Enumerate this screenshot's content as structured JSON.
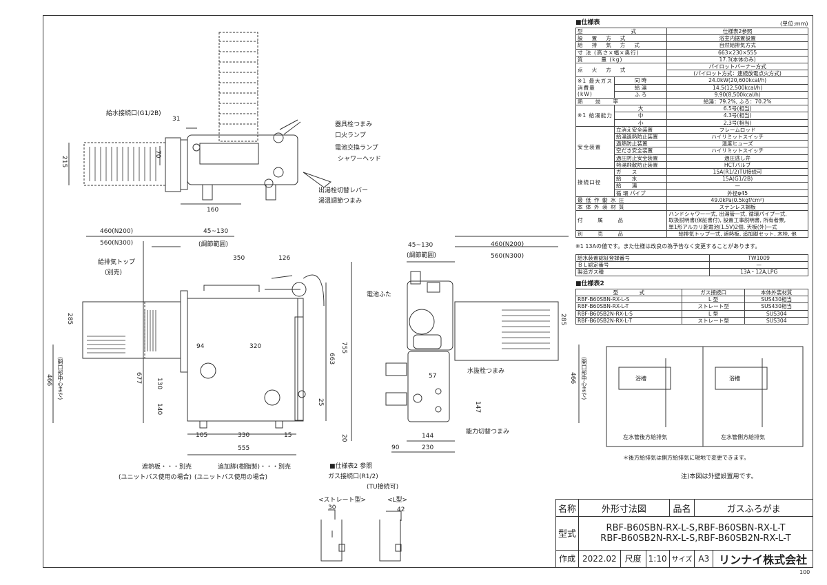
{
  "unit_note": "(単位:mm)",
  "spec_heading": "■仕様表",
  "spec_rows": [
    {
      "k": "型　　　　　　　　式",
      "v": "仕様表2参照"
    },
    {
      "k": "設　 置　 方　 式",
      "v": "浴室内据置設置"
    },
    {
      "k": "給　 排　 気　 方　 式",
      "v": "自然給排気方式"
    },
    {
      "k": "寸 法 (高さ×幅×奥行)",
      "v": "663×230×555"
    },
    {
      "k": "質　　　量 (kg)",
      "v": "17.3(本体のみ)"
    },
    {
      "k": "点　 火　 方　 式",
      "v": "パイロットバーナー方式"
    },
    {
      "k": "",
      "v": "(パイロット方式：連続放電点火方式)"
    }
  ],
  "gas_consumption": {
    "label": "※1 最大ガス消費量\n(kW)",
    "rows": [
      {
        "s": "同 時",
        "v": "24.0kW(20,600kcal/h)"
      },
      {
        "s": "給 湯",
        "v": "14.5(12,500kcal/h)"
      },
      {
        "s": "ふ ろ",
        "v": "9.90(8,500kcal/h)"
      }
    ]
  },
  "efficiency": {
    "k": "熱　　効　　率",
    "v": "給湯：79.2%, ふろ：70.2%"
  },
  "supply_capacity": {
    "label": "※1 給湯能力",
    "rows": [
      {
        "s": "大",
        "v": "6.5号(相当)"
      },
      {
        "s": "中",
        "v": "4.3号(相当)"
      },
      {
        "s": "小",
        "v": "2.3号(相当)"
      }
    ]
  },
  "safety": {
    "label": "安全装置",
    "rows": [
      {
        "s": "立消え安全装置",
        "v": "フレームロッド"
      },
      {
        "s": "給湯過熱防止装置",
        "v": "ハイリミットスイッチ"
      },
      {
        "s": "過熱防止装置",
        "v": "温度ヒューズ"
      },
      {
        "s": "空だき安全装置",
        "v": "ハイリミットスイッチ"
      },
      {
        "s": "過圧防止安全装置",
        "v": "過圧逃し弁"
      },
      {
        "s": "熱湯飛散防止装置",
        "v": "HCTバルブ"
      }
    ]
  },
  "connection": {
    "label": "接続口径",
    "rows": [
      {
        "s": "ガ　　ス",
        "v": "15A(R1/2)TU接続可"
      },
      {
        "s": "給　　水",
        "v": "15A(G1/2B)"
      },
      {
        "s": "給　　湯",
        "v": "—"
      },
      {
        "s": "循 環 パイプ",
        "v": "外径φ45"
      }
    ]
  },
  "spec_tail": [
    {
      "k": "最 低 作 動 水 圧",
      "v": "49.0kPa(0.5kgf/cm²)"
    },
    {
      "k": "本 体 外 装 材 質",
      "v": "ステンレス鋼板"
    },
    {
      "k": "付　　 属　　 品",
      "v": "ハンドシャワー一式, 出湯管一式, 循環パイプ一式,\n取扱説明書(保証書付), 設置工事説明書, 所有者票,\n単1形アルカリ乾電池(1.5V)2個, 天板(外)一式"
    },
    {
      "k": "別　　 売　　 品",
      "v": "給排気トップ一式, 遮熱板, 追加脚セット, 木栓, 他"
    }
  ],
  "footnote": "※1 13Aの値です。また仕様は改良の為予告なく変更することがあります。",
  "cert_rows": [
    {
      "k": "給水装置認証登録番号",
      "v": "TW1009"
    },
    {
      "k": "ＢＬ認定番号",
      "v": "—"
    },
    {
      "k": "製造ガス種",
      "v": "13A・12A,LPG"
    }
  ],
  "spec2_heading": "■仕様表2",
  "spec2_header": [
    "型　　　　式",
    "ガス接続口",
    "本体外装材質"
  ],
  "spec2_rows": [
    [
      "RBF-B60SBN-RX-L-S",
      "L 型",
      "SUS430相当"
    ],
    [
      "RBF-B60SBN-RX-L-T",
      "ストレート型",
      "SUS430相当"
    ],
    [
      "RBF-B60SB2N-RX-L-S",
      "L 型",
      "SUS304"
    ],
    [
      "RBF-B60SB2N-RX-L-T",
      "ストレート型",
      "SUS304"
    ]
  ],
  "layout_labels": {
    "bath": "浴槽",
    "left1": "左水管後方給排気",
    "left2": "左水管側方給排気",
    "note1": "＊後方給排気は側方給排気に現地で変更できます。",
    "note2": "注)本図は外壁設置用です。"
  },
  "top_view": {
    "water_inlet": "給水接続口(G1/2B)",
    "d31": "31",
    "d70": "70",
    "d215": "215",
    "d160": "160",
    "callouts": [
      "器具栓つまみ",
      "口火ランプ",
      "電池交換ランプ",
      "シャワーヘッド",
      "出湯栓切替レバー",
      "湯温調節つまみ"
    ]
  },
  "front_view": {
    "d460": "460(N200)",
    "d560": "560(N300)",
    "d45_130": "45~130",
    "adjust": "(調節範囲)",
    "d350": "350",
    "d126": "126",
    "top_label": "給排気トップ",
    "top_sub": "(別売)",
    "d285": "285",
    "d94": "94",
    "d320": "320",
    "d130": "130",
    "d140": "140",
    "d466": "466",
    "d466_sub": "(開口部中心まで)",
    "d677": "677",
    "d663": "663",
    "d755": "755",
    "d25": "25",
    "d20": "20",
    "d105": "105",
    "d330": "330",
    "d15": "15",
    "d555": "555",
    "shield": "遮熱板・・・別売",
    "shield_sub": "(ユニットバス使用の場合)",
    "legs": "追加脚(樹脂製)・・・別売",
    "legs_sub": "(ユニットバス使用の場合)",
    "gas_ref": "■仕様表2 参照",
    "gas_inlet": "ガス接続口(R1/2)",
    "gas_sub": "(TU接続可)"
  },
  "side_view": {
    "d45_130": "45~130",
    "adjust": "(調節範囲)",
    "d460": "460(N200)",
    "d560": "560(N300)",
    "battery": "電池ふた",
    "d285": "285",
    "d57": "57",
    "drain": "水抜栓つまみ",
    "d466": "466",
    "d466_sub": "(開口部中心まで)",
    "d147": "147",
    "power": "能力切替つまみ",
    "d90": "90",
    "d144": "144",
    "d230": "230"
  },
  "connector_types": {
    "straight": "<ストレート型>",
    "l_type": "<L型>",
    "d30": "30",
    "d42": "42"
  },
  "title_block": {
    "name_label": "名称",
    "name": "外形寸法図",
    "product_label": "品名",
    "product": "ガスふろがま",
    "model_label": "型式",
    "model1": "RBF-B60SBN-RX-L-S,RBF-B60SBN-RX-L-T",
    "model2": "RBF-B60SB2N-RX-L-S,RBF-B60SB2N-RX-L-T",
    "made_label": "作成",
    "date": "2022.02",
    "scale_label": "尺度",
    "scale": "1:10",
    "size_label": "サイズ",
    "size": "A3",
    "company": "リンナイ株式会社",
    "page": "100"
  }
}
